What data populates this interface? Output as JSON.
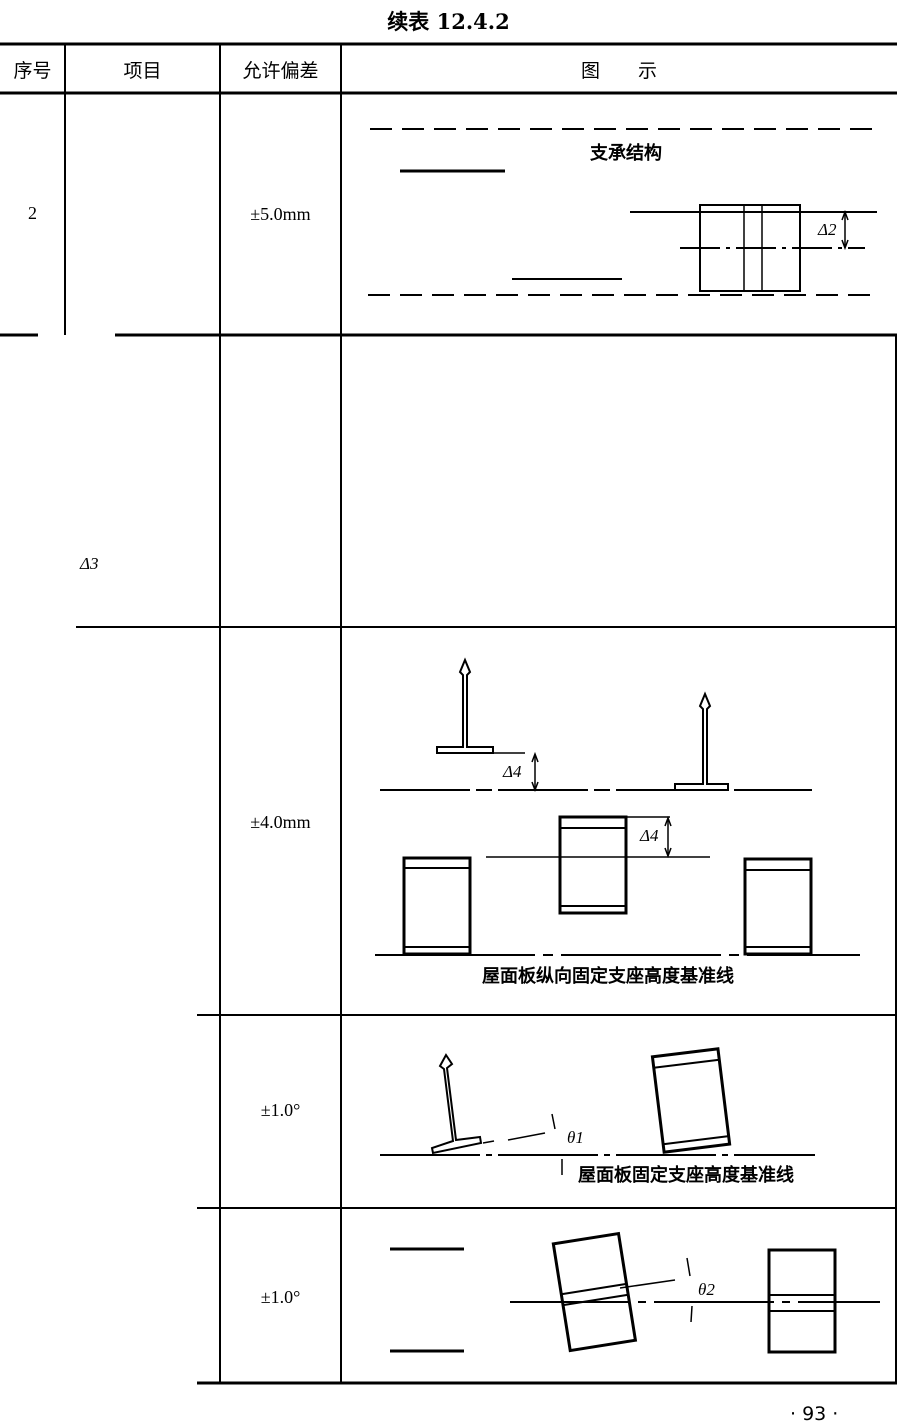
{
  "title": "续表 12.4.2",
  "headers": {
    "no": "序号",
    "item": "项目",
    "tolerance": "允许偏差",
    "figure": "图　　示"
  },
  "rows": [
    {
      "no": "2",
      "tolerance": "±5.0mm",
      "figure_label": "支承结构",
      "symbol": "Δ2"
    },
    {
      "item_symbol": "Δ3"
    },
    {
      "tolerance": "±4.0mm",
      "symbol_a": "Δ4",
      "symbol_b": "Δ4",
      "figure_label": "屋面板纵向固定支座高度基准线"
    },
    {
      "tolerance": "±1.0°",
      "symbol": "θ1",
      "figure_label": "屋面板固定支座高度基准线"
    },
    {
      "tolerance": "±1.0°",
      "symbol": "θ2"
    }
  ],
  "page_number": "· 93 ·"
}
